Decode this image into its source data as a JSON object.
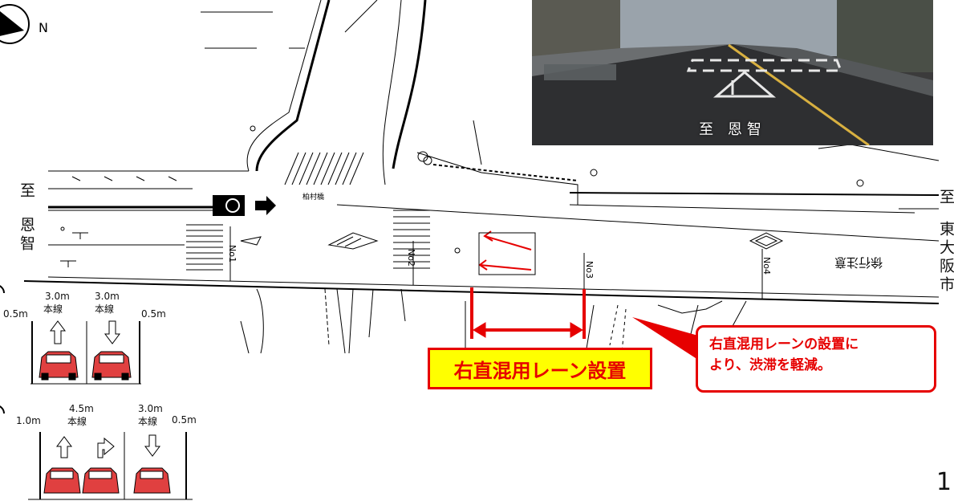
{
  "labels": {
    "left_destination_prefix": "至",
    "left_destination": "恩智",
    "right_destination_prefix": "至",
    "right_destination": "東大阪市",
    "bridge_name": "柏村橋",
    "road_marking": "徐行注意",
    "north_mark": "N",
    "stations": [
      "No1",
      "No2",
      "No3",
      "No4"
    ]
  },
  "photo": {
    "caption": "至 恩智"
  },
  "lane_label": "右直混用レーン設置",
  "callout": {
    "line1": "右直混用レーンの設置に",
    "line2": "より、渋滞を軽減。"
  },
  "section1": {
    "left_margin": "0.5m",
    "lane1_width": "3.0m",
    "lane1_name": "本線",
    "lane2_width": "3.0m",
    "lane2_name": "本線",
    "right_margin": "0.5m"
  },
  "section2": {
    "left_margin": "1.0m",
    "lane1_width": "4.5m",
    "lane1_name": "本線",
    "lane2_width": "3.0m",
    "lane2_name": "本線",
    "right_margin": "0.5m"
  },
  "page_number": "1",
  "colors": {
    "accent_red": "#e60000",
    "highlight_yellow": "#ffff00"
  }
}
